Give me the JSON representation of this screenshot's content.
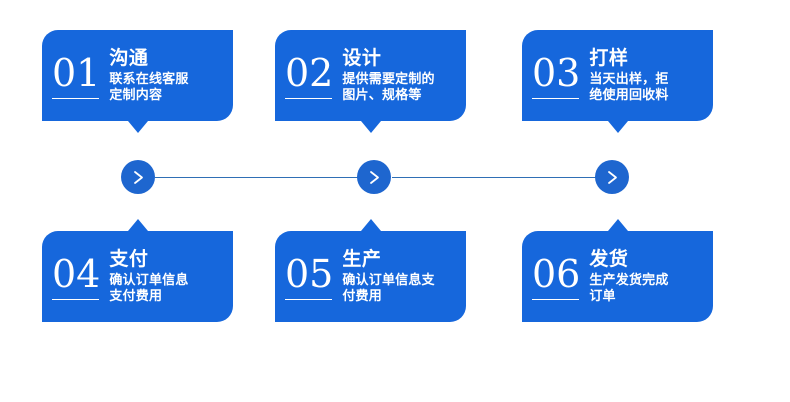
{
  "page": {
    "background_color": "#ffffff",
    "brand_color": "#1667DC",
    "connector_color": "#2F6FB5",
    "node_color": "#1E66CF",
    "text_color": "#ffffff"
  },
  "steps": [
    {
      "number": "01",
      "title": "沟通",
      "desc": "联系在线客服\n定制内容",
      "row": "top"
    },
    {
      "number": "02",
      "title": "设计",
      "desc": "提供需要定制的\n图片、规格等",
      "row": "top"
    },
    {
      "number": "03",
      "title": "打样",
      "desc": "当天出样，拒\n绝使用回收料",
      "row": "top"
    },
    {
      "number": "04",
      "title": "支付",
      "desc": "确认订单信息\n支付费用",
      "row": "bottom"
    },
    {
      "number": "05",
      "title": "生产",
      "desc": "确认订单信息支\n付费用",
      "row": "bottom"
    },
    {
      "number": "06",
      "title": "发货",
      "desc": "生产发货完成\n订单",
      "row": "bottom"
    }
  ],
  "connector": {
    "nodes": [
      {
        "icon": "chevron-right-icon"
      },
      {
        "icon": "chevron-right-icon"
      },
      {
        "icon": "chevron-right-icon"
      }
    ]
  }
}
